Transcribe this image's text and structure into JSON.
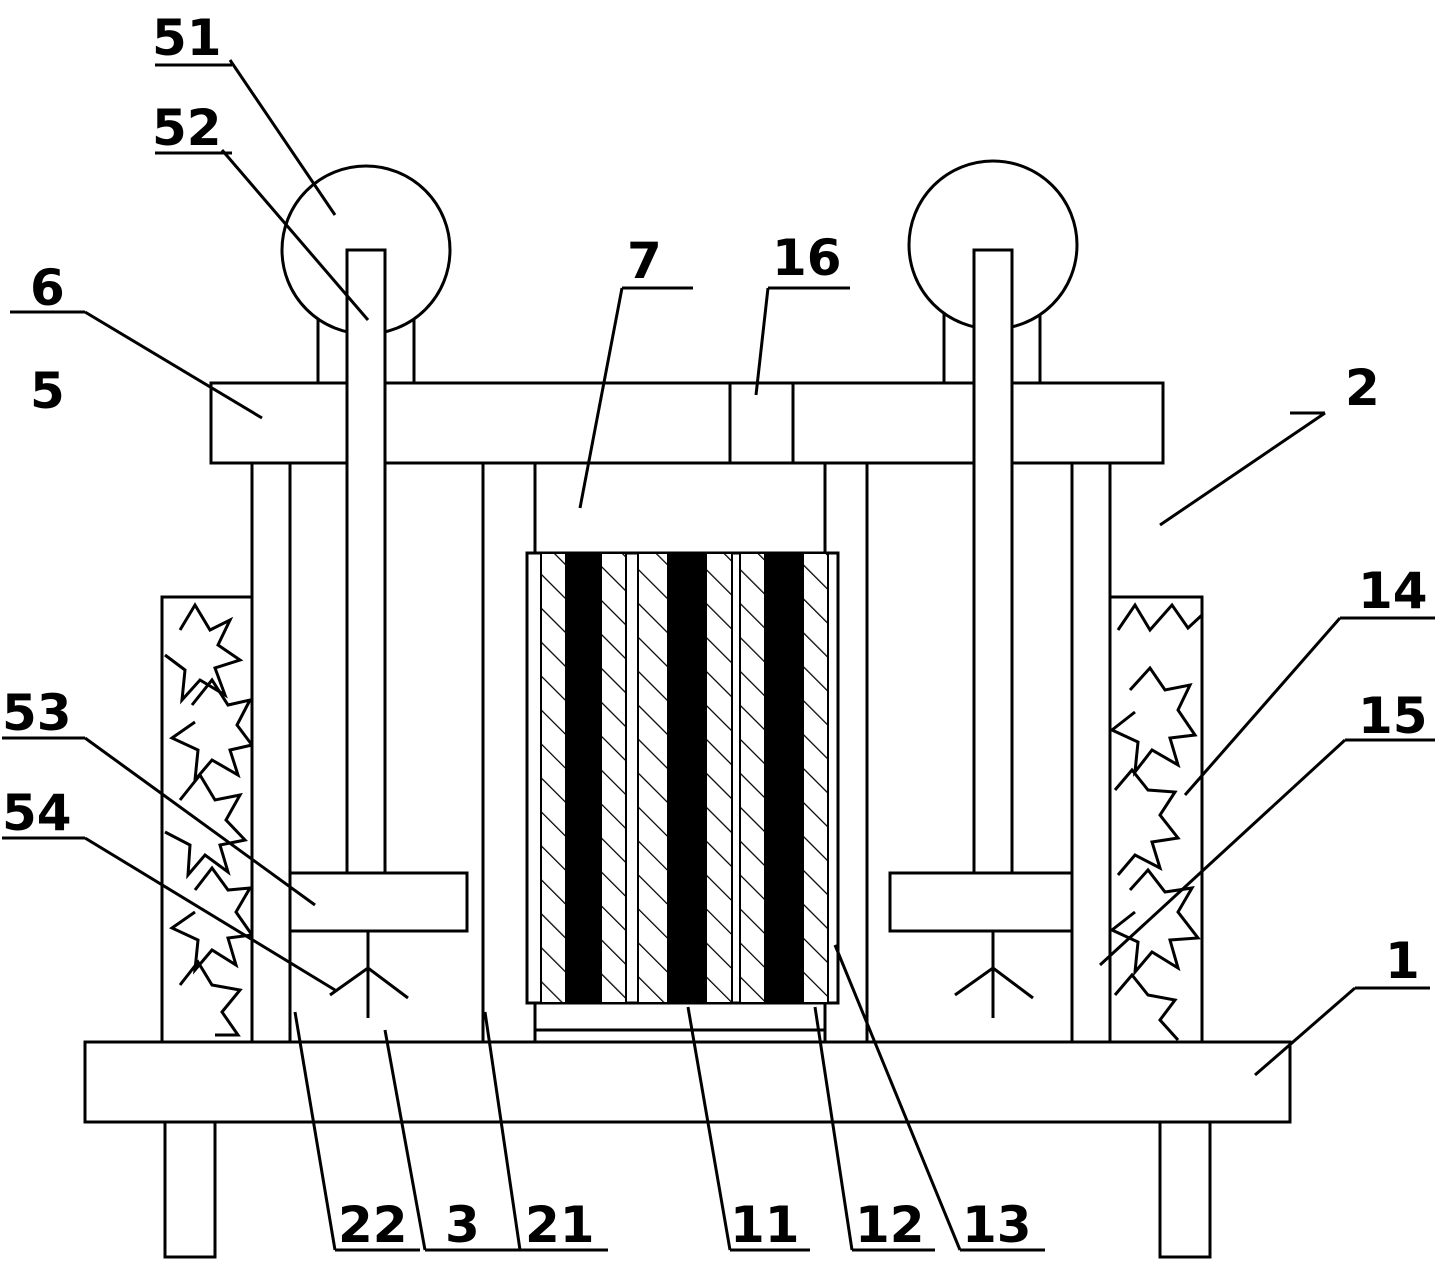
{
  "diagram": {
    "labels": {
      "l51": "51",
      "l52": "52",
      "l6": "6",
      "l5": "5",
      "l7": "7",
      "l16": "16",
      "l2": "2",
      "l14": "14",
      "l15": "15",
      "l53": "53",
      "l54": "54",
      "l1": "1",
      "l22": "22",
      "l3": "3",
      "l21": "21",
      "l11": "11",
      "l12": "12",
      "l13": "13"
    }
  }
}
